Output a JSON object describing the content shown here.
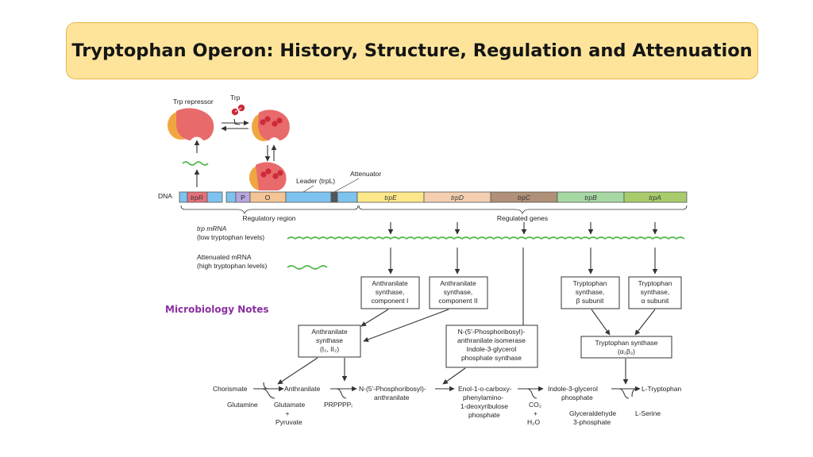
{
  "title": "Tryptophan Operon: History, Structure, Regulation and Attenuation",
  "watermark": "Microbiology Notes",
  "repressor": {
    "label": "Trp repressor",
    "trp_label": "Trp"
  },
  "dna": {
    "label": "DNA",
    "trpR": "trpR",
    "P": "P",
    "O": "O",
    "leader": "Leader (trpL)",
    "attenuator": "Attenuator",
    "regulatory_region": "Regulatory region",
    "regulated_genes": "Regulated genes",
    "genes": [
      "trpE",
      "trpD",
      "trpC",
      "trpB",
      "trpA"
    ]
  },
  "mrna": {
    "trp_mrna_1": "trp mRNA",
    "trp_mrna_2": "(low tryptophan levels)",
    "attenuated_1": "Attenuated mRNA",
    "attenuated_2": "(high tryptophan levels)"
  },
  "enzymes": {
    "as1": [
      "Anthranilate",
      "synthase,",
      "component I"
    ],
    "as2": [
      "Anthranilate",
      "synthase,",
      "component II"
    ],
    "tsb": [
      "Tryptophan",
      "synthase,",
      "β subunit"
    ],
    "tsa": [
      "Tryptophan",
      "synthase,",
      "α subunit"
    ],
    "as_combined": [
      "Anthranilate",
      "synthase",
      "(I₂, II₂)"
    ],
    "trpc_box": [
      "N-(5′-Phosphoribosyl)-",
      "anthranilate isomerase",
      "Indole-3-glycerol",
      "phosphate synthase"
    ],
    "ts_combined": [
      "Tryptophan synthase",
      "(α₂β₂)"
    ]
  },
  "pathway": {
    "chorismate": "Chorismate",
    "glutamine": "Glutamine",
    "glutamate": "Glutamate",
    "plus1": "+",
    "pyruvate": "Pyruvate",
    "anthranilate": "Anthranilate",
    "prpp": "PRPP",
    "ppi": "PPᵢ",
    "pra_1": "N-(5′-Phosphoribosyl)-",
    "pra_2": "anthranilate",
    "cdrp_1": "Enol-1-o-carboxy-",
    "cdrp_2": "phenylamino-",
    "cdrp_3": "1-deoxyribulose",
    "cdrp_4": "phosphate",
    "co2": "CO₂",
    "plus2": "+",
    "h2o": "H₂O",
    "igp_1": "Indole-3-glycerol",
    "igp_2": "phosphate",
    "ltrp": "L-Tryptophan",
    "g3p_1": "Glyceraldehyde",
    "g3p_2": "3-phosphate",
    "lser": "L-Serine"
  },
  "colors": {
    "banner": "#fde49a",
    "repressor": "#e86a6a",
    "repressor_back": "#f0a640",
    "trp_molecule": "#cc2a3a",
    "mrna_wave": "#52b94a",
    "dna_blue": "#7ec3ef",
    "trpR_fill": "#e8707a",
    "P_fill": "#b8a6e0",
    "O_fill": "#f3c596",
    "trpE": "#fce88a",
    "trpD": "#f3ceb0",
    "trpC": "#b09078",
    "trpB": "#a6d8a4",
    "trpA": "#a8cc6c",
    "watermark": "#8a2fa0"
  }
}
